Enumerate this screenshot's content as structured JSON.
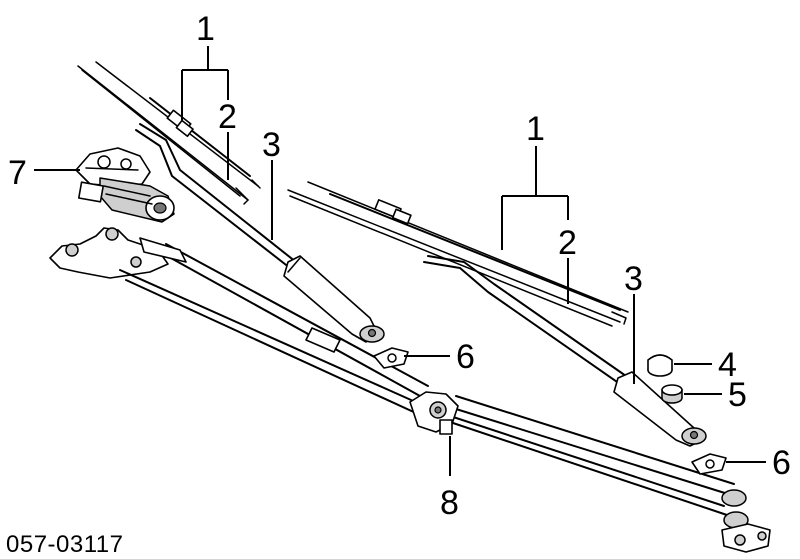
{
  "callouts": {
    "c1_left": "1",
    "c2_left": "2",
    "c3_left": "3",
    "c7": "7",
    "c6_left": "6",
    "c1_right": "1",
    "c2_right": "2",
    "c3_right": "3",
    "c4": "4",
    "c5": "5",
    "c6_right": "6",
    "c8": "8"
  },
  "diagram_code": "057-03117"
}
